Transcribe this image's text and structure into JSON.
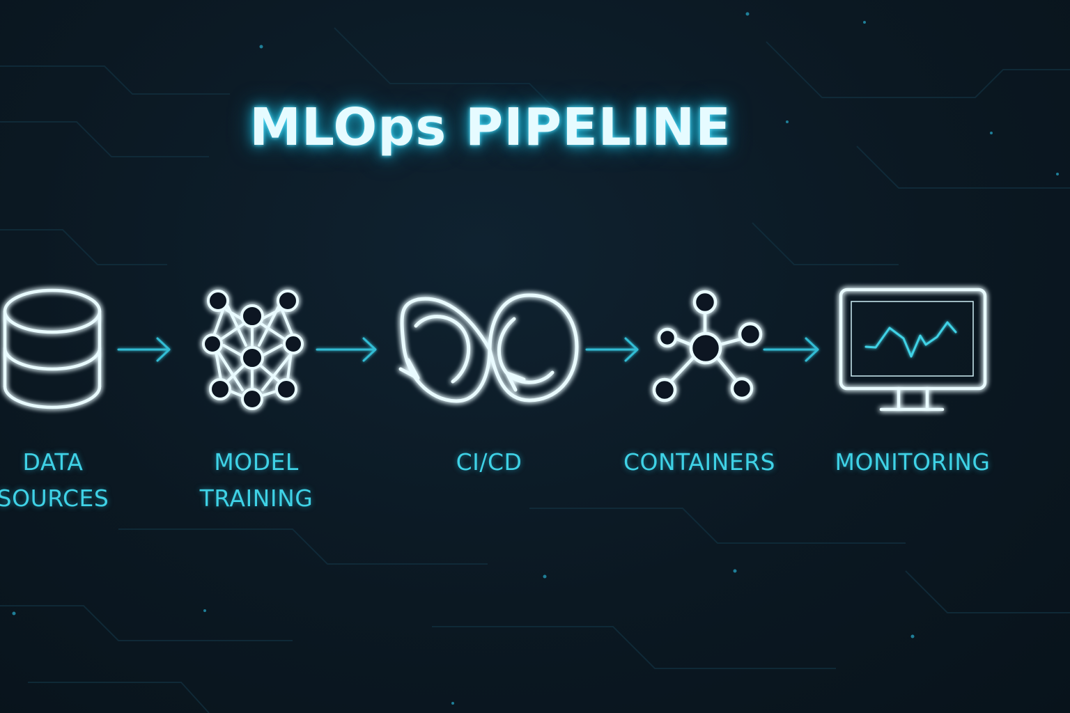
{
  "title": "MLOps PIPELINE",
  "colors": {
    "background": "#0b1822",
    "icon_stroke": "#e9fbff",
    "glow": "#2fc6e3",
    "label": "#3fd2e6",
    "arrow": "#32bcd4"
  },
  "stages": [
    {
      "icon": "database-icon",
      "label_lines": [
        "DATA",
        "SOURCES"
      ]
    },
    {
      "icon": "neural-network-icon",
      "label_lines": [
        "MODEL",
        "TRAINING"
      ]
    },
    {
      "icon": "infinity-loop-icon",
      "label_lines": [
        "CI/CD"
      ]
    },
    {
      "icon": "hub-network-icon",
      "label_lines": [
        "CONTAINERS"
      ]
    },
    {
      "icon": "monitor-chart-icon",
      "label_lines": [
        "MONITORING"
      ]
    }
  ]
}
